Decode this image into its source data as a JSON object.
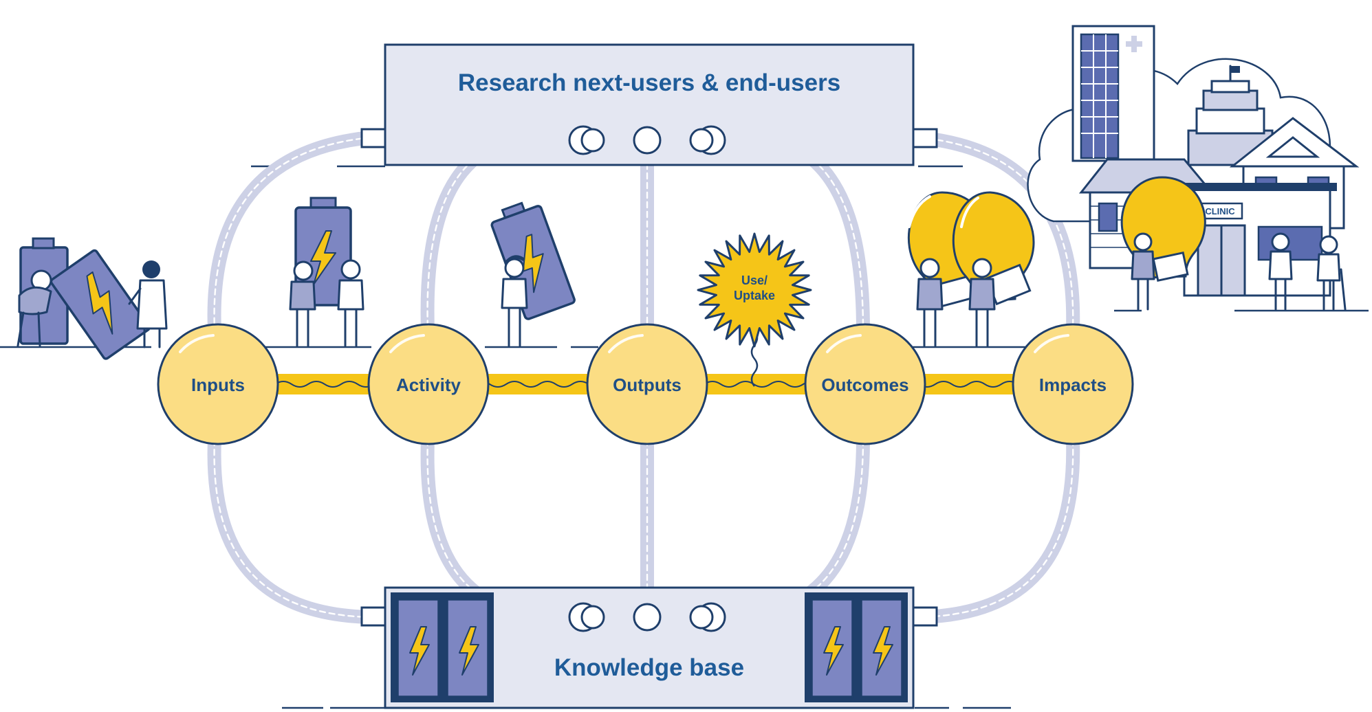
{
  "diagram": {
    "top_box": {
      "title": "Research next-users & end-users"
    },
    "bottom_box": {
      "title": "Knowledge base"
    },
    "nodes": [
      {
        "label": "Inputs"
      },
      {
        "label": "Activity"
      },
      {
        "label": "Outputs"
      },
      {
        "label": "Outcomes"
      },
      {
        "label": "Impacts"
      }
    ],
    "burst": {
      "line1": "Use/",
      "line2": "Uptake"
    },
    "clinic_sign": "CLINIC",
    "icons": [
      "battery-icon",
      "lightning-bolt-icon",
      "light-bulb-icon",
      "hospital-icon",
      "parliament-icon",
      "house-icon",
      "clinic-icon",
      "person-icon",
      "cable-plug-icon"
    ],
    "colors": {
      "box_fill": "#e4e7f2",
      "box_stroke": "#1f3f6b",
      "title_text": "#1f5c99",
      "cable": "#cdd1e6",
      "node_fill": "#fbdd84",
      "main_line": "#f5c518",
      "battery": "#7d86c2",
      "bulb": "#f5c518"
    }
  }
}
